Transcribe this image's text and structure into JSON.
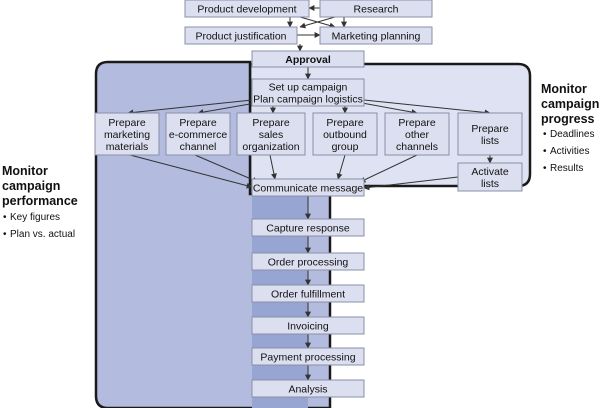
{
  "nodes": {
    "product_development": {
      "lines": [
        "Product development"
      ]
    },
    "research": {
      "lines": [
        "Research"
      ]
    },
    "product_justification": {
      "lines": [
        "Product justification"
      ]
    },
    "marketing_planning": {
      "lines": [
        "Marketing planning"
      ]
    },
    "approval": {
      "lines": [
        "Approval"
      ]
    },
    "setup_campaign": {
      "lines": [
        "Set up campaign",
        "Plan campaign logistics"
      ]
    },
    "prepare_marketing_materials": {
      "lines": [
        "Prepare",
        "marketing",
        "materials"
      ]
    },
    "prepare_ecommerce_channel": {
      "lines": [
        "Prepare",
        "e-commerce",
        "channel"
      ]
    },
    "prepare_sales_organization": {
      "lines": [
        "Prepare",
        "sales",
        "organization"
      ]
    },
    "prepare_outbound_group": {
      "lines": [
        "Prepare",
        "outbound",
        "group"
      ]
    },
    "prepare_other_channels": {
      "lines": [
        "Prepare",
        "other",
        "channels"
      ]
    },
    "prepare_lists": {
      "lines": [
        "Prepare",
        "lists"
      ]
    },
    "activate_lists": {
      "lines": [
        "Activate",
        "lists"
      ]
    },
    "communicate_message": {
      "lines": [
        "Communicate message"
      ]
    },
    "capture_response": {
      "lines": [
        "Capture response"
      ]
    },
    "order_processing": {
      "lines": [
        "Order processing"
      ]
    },
    "order_fulfillment": {
      "lines": [
        "Order fulfillment"
      ]
    },
    "invoicing": {
      "lines": [
        "Invoicing"
      ]
    },
    "payment_processing": {
      "lines": [
        "Payment processing"
      ]
    },
    "analysis": {
      "lines": [
        "Analysis"
      ]
    }
  },
  "monitor_performance": {
    "title_lines": [
      "Monitor",
      "campaign",
      "performance"
    ],
    "bullets": [
      "Key figures",
      "Plan vs. actual"
    ]
  },
  "monitor_progress": {
    "title_lines": [
      "Monitor",
      "campaign",
      "progress"
    ],
    "bullets": [
      "Deadlines",
      "Activities",
      "Results"
    ]
  },
  "bullet_char": "•",
  "colors": {
    "node_fill": "#dcdff0",
    "node_border": "#8a8fa8",
    "performance_region": "#b3bcdf",
    "progress_region": "#dfe2f2",
    "column_strip": "#97a5d2",
    "region_border": "#1a1a1a"
  }
}
